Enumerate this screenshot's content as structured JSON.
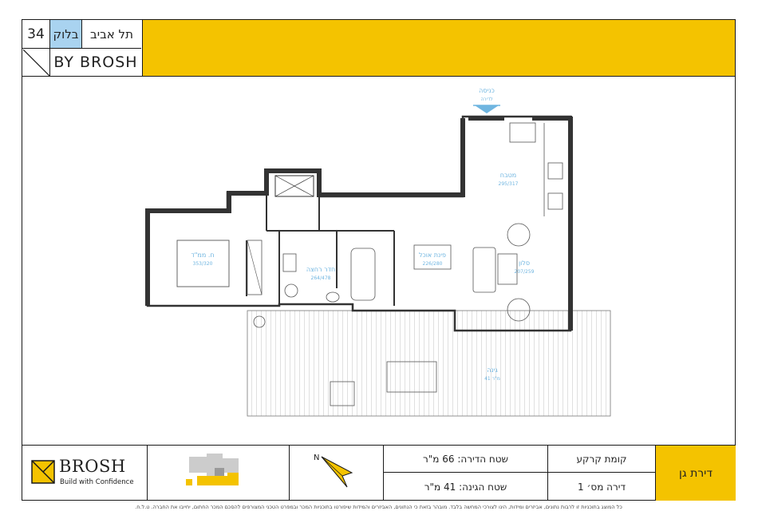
{
  "header": {
    "page_number": "34",
    "block": "בלוק",
    "city": "תל אביב",
    "project": "BY BROSH"
  },
  "plan": {
    "entrance_label": "כניסה",
    "entrance_sub": "לדירה",
    "rooms": [
      {
        "name": "מטבח",
        "dims": "295/317"
      },
      {
        "name": "פינת אוכל",
        "dims": "226/280"
      },
      {
        "name": "סלון",
        "dims": "207/259"
      },
      {
        "name": "ח. ממ\"ד",
        "dims": "353/320"
      },
      {
        "name": "חדר רחצה",
        "dims": "264/478"
      },
      {
        "name": "גינה",
        "dims": "41 מ\"ר"
      }
    ],
    "compass_letter": "N"
  },
  "footer": {
    "logo_name": "BROSH",
    "logo_tagline": "Build with Confidence",
    "north_letter": "N",
    "apartment_area": "שטח הדירה: 66 מ\"ר",
    "garden_area": "שטח הגינה: 41 מ\"ר",
    "floor": "קומת קרקע",
    "apartment_no": "דירה מס׳ 1",
    "apartment_type": "דירת גן",
    "accent_color": "#f4c300",
    "block_color": "#a9d3f0"
  },
  "disclaimer": "כל המוצג בתוכניות זו לרבות נתונים, אביזרים ומידות, הינו לצורכי המחשה בלבד. מובהר בזאת כי הנתונים, האביזרים והמידות שיפורטו בתוכניות המכר ובמפרט הטכני המצורפים להסכם המכר החתום, יחייבו את החברה. ט.ל.ח."
}
